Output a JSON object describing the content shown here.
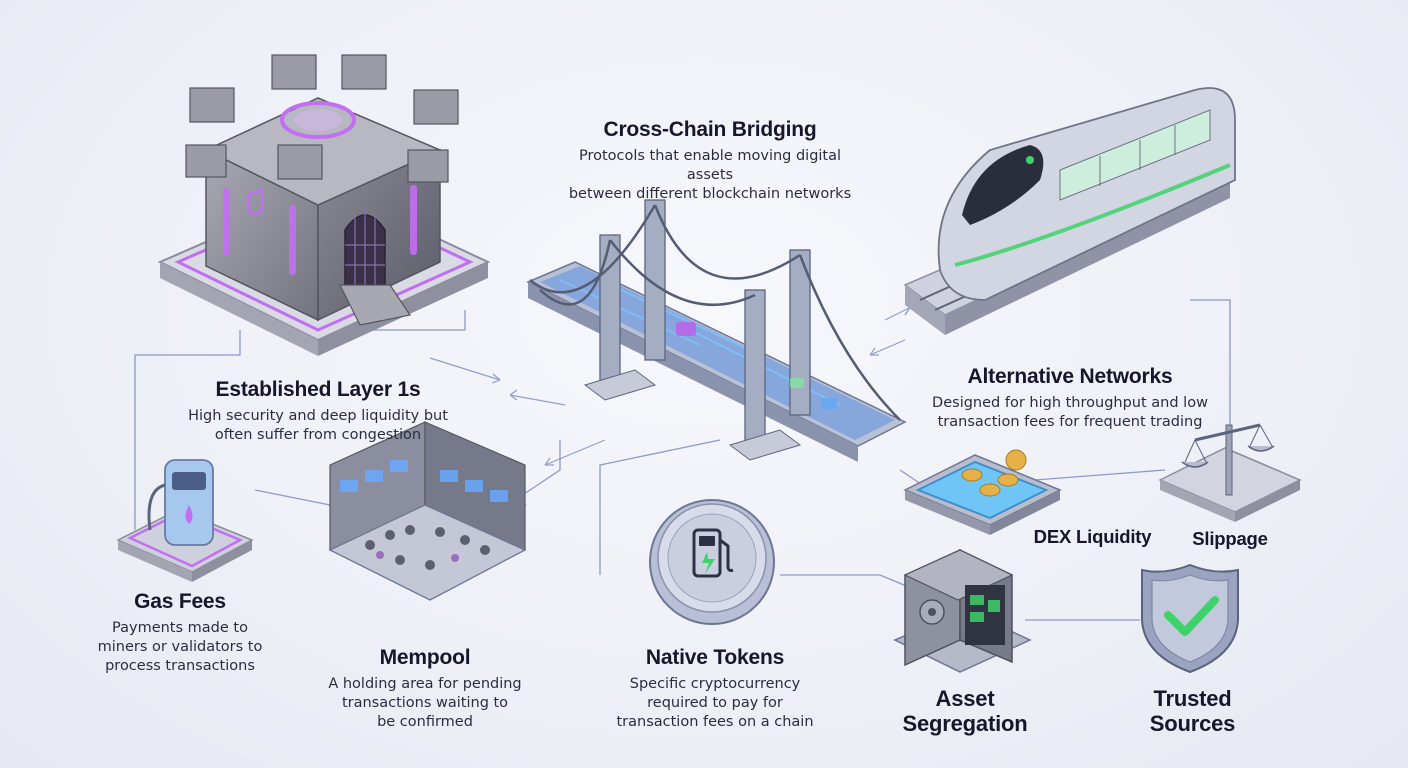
{
  "concepts": {
    "layer1": {
      "title": "Established Layer 1s",
      "description": "High security and deep liquidity but\noften suffer from congestion"
    },
    "bridging": {
      "title": "Cross-Chain Bridging",
      "description": "Protocols that enable moving digital assets\nbetween different blockchain networks"
    },
    "alt_networks": {
      "title": "Alternative Networks",
      "description": "Designed for high throughput and low\ntransaction fees for frequent trading"
    },
    "gas_fees": {
      "title": "Gas Fees",
      "description": "Payments made to\nminers or validators to\nprocess transactions"
    },
    "mempool": {
      "title": "Mempool",
      "description": "A holding area for pending\ntransactions waiting to\nbe confirmed"
    },
    "native_tokens": {
      "title": "Native Tokens",
      "description": "Specific cryptocurrency\nrequired to pay for\ntransaction fees on a chain"
    },
    "dex_liquidity": {
      "title": "DEX Liquidity"
    },
    "slippage": {
      "title": "Slippage"
    },
    "asset_segregation": {
      "title": "Asset\nSegregation"
    },
    "trusted_sources": {
      "title": "Trusted\nSources"
    }
  },
  "illustrations": {
    "layer1": "fortress",
    "bridging": "suspension-bridge",
    "alt_networks": "bullet-train",
    "gas_fees": "fuel-pump",
    "mempool": "waiting-room",
    "native_tokens": "fuel-token-coin",
    "dex_liquidity": "liquidity-pool",
    "slippage": "balance-scale",
    "asset_segregation": "vault-safe",
    "trusted_sources": "shield-check"
  },
  "colors": {
    "purple_accent": "#b657f0",
    "green_accent": "#3fd26a",
    "blue_accent": "#4aa3f0",
    "connector": "#6e7fb8",
    "title": "#15172a"
  }
}
